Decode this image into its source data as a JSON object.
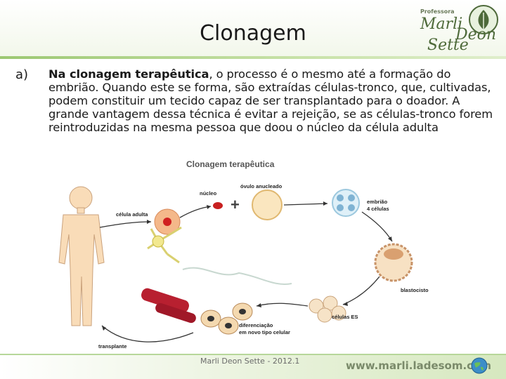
{
  "slide": {
    "title": "Clonagem",
    "marker": "a)",
    "bold_lead": "Na clonagem terapêutica",
    "body_text": ", o processo é o mesmo até a formação do embrião. Quando este se forma, são extraídas células-tronco, que, cultivadas, podem constituir um tecido capaz de ser transplantado para o doador. A grande vantagem dessa técnica é evitar a rejeição, se as células-tronco forem reintroduzidas na mesma pessoa que doou o núcleo da célula adulta"
  },
  "logo": {
    "top": "Professora",
    "line1": "Marli",
    "line2": "Deon",
    "line3": "Sette"
  },
  "diagram": {
    "title": "Clonagem terapêutica",
    "labels": {
      "nucleo": "núcleo",
      "ovulo": "óvulo anucleado",
      "celula_adulta": "célula adulta",
      "embriao": "embrião",
      "embriao_sub": "4 células",
      "blastocisto": "blastocisto",
      "celulas_es": "células ES",
      "diferenciacao": "diferenciação",
      "diferenciacao_sub": "em novo tipo celular",
      "transplante": "transplante"
    }
  },
  "footer": {
    "credit": "Marli Deon Sette - 2012.1",
    "site": "www.marli.ladesom.com"
  },
  "colors": {
    "accent_green": "#9cc872",
    "logo_green": "#4e6a3a"
  }
}
